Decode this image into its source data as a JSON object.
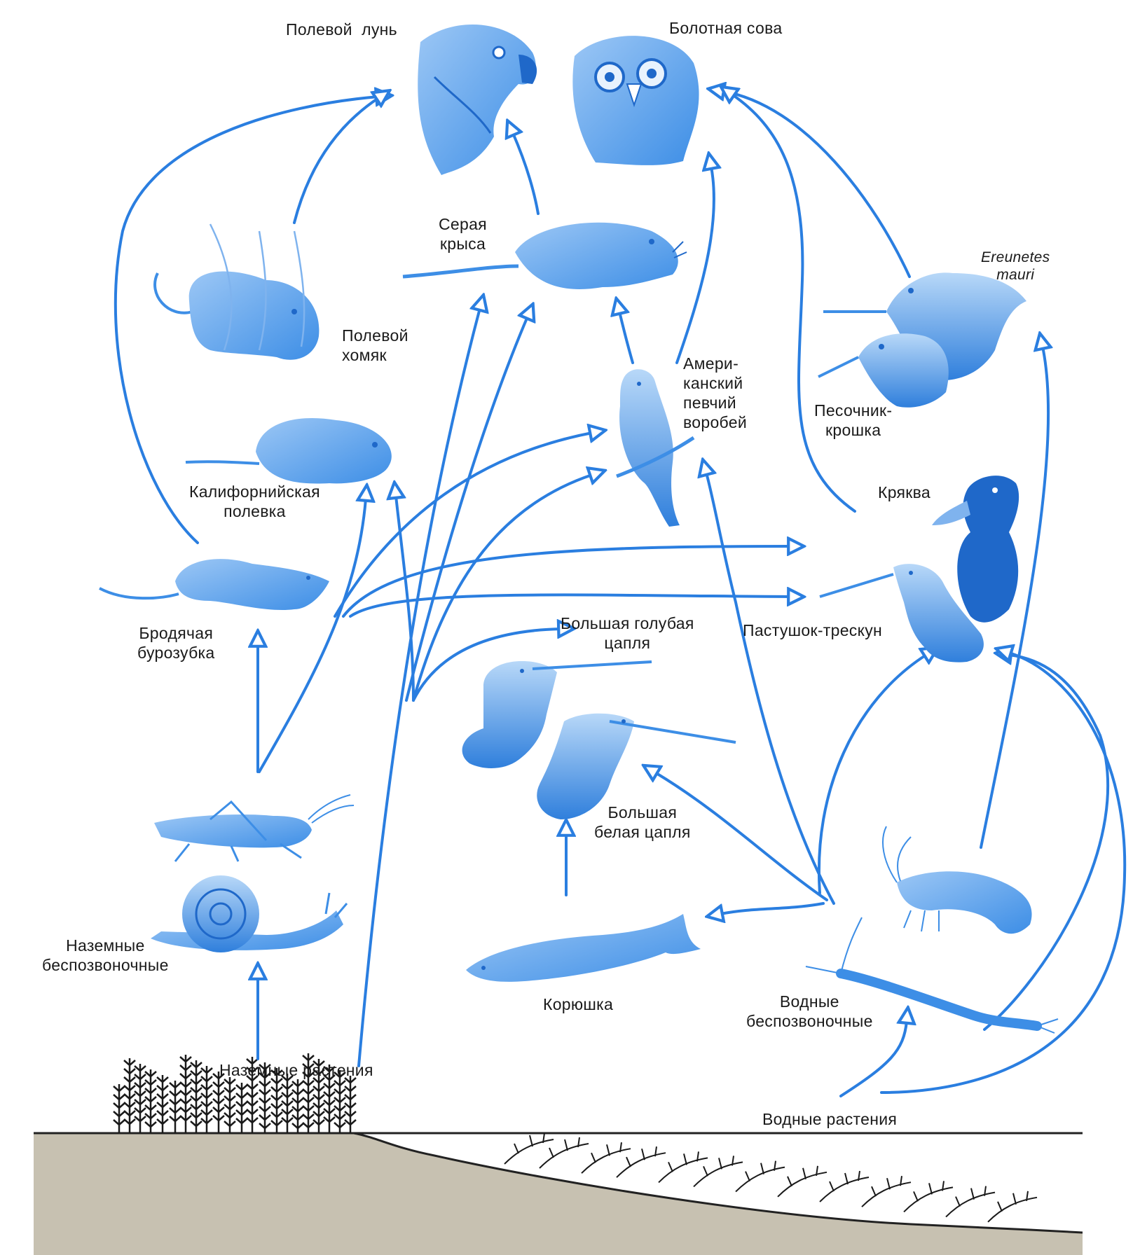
{
  "colors": {
    "organism": "#3d8ee6",
    "organism_dark": "#1f68c9",
    "arrow": "#2a7ee0",
    "ground": "#c7c1b1",
    "ground_line": "#222222",
    "plant": "#1a1a1a"
  },
  "labels": {
    "harrier": "Полевой  лунь",
    "owl": "Болотная сова",
    "rat": "Серая\nкрыса",
    "hamster": "Полевой\nхомяк",
    "sparrow": "Амери-\nканский\nпевчий\nворобей",
    "ereunetes": "Ereunetes\nmauri",
    "sandpiper": "Песочник-\nкрошка",
    "vole": "Калифорнийская\nполевка",
    "mallard": "Кряква",
    "shrew": "Бродячая\nбурозубка",
    "blue_heron": "Большая голубая\nцапля",
    "rail": "Пастушок-трескун",
    "egret": "Большая\nбелая цапля",
    "land_invertebrates": "Наземные\nбеспозвоночные",
    "smelt": "Корюшка",
    "water_invertebrates": "Водные\nбеспозвоночные",
    "land_plants": "Наземные растения",
    "water_plants": "Водные растения"
  },
  "icons": [
    "harrier-icon",
    "owl-icon",
    "rat-icon",
    "hamster-icon",
    "vole-icon",
    "shrew-icon",
    "sparrow-icon",
    "sandpiper-icon",
    "mallard-icon",
    "rail-icon",
    "heron-icon",
    "egret-icon",
    "grasshopper-icon",
    "snail-icon",
    "smelt-icon",
    "shrimp-icon",
    "worm-icon",
    "land-plants-icon",
    "water-plants-icon"
  ]
}
